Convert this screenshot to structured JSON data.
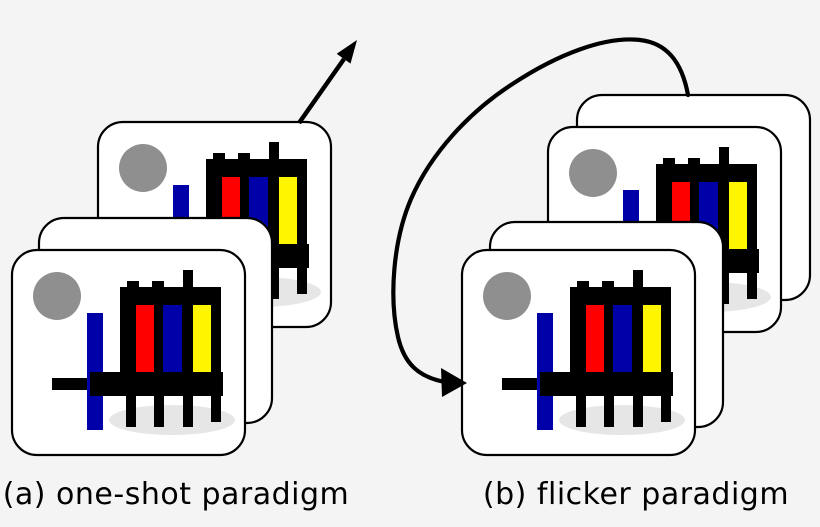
{
  "diagram": {
    "panel_a": {
      "caption": "(a) one-shot paradigm",
      "cards": [
        "back-card-with-painting",
        "middle-blank-card",
        "front-card-with-painting"
      ],
      "arrow": "up-right-arrow"
    },
    "panel_b": {
      "caption": "(b) flicker paradigm",
      "cards": [
        "back-blank-card",
        "second-card-with-painting",
        "third-blank-card",
        "front-card-with-painting"
      ],
      "arrow": "counterclockwise-loop-arrow"
    },
    "painting_elements": [
      "gray-circle",
      "blue-post",
      "thin-left-bar",
      "red-panel",
      "blue-panel",
      "yellow-panel",
      "black-frame",
      "black-main-bar",
      "legs",
      "ground-shadow"
    ]
  },
  "colors": {
    "background": "#f5f4f5",
    "card_fill": "#ffffff",
    "card_border": "#000000",
    "ink": "#000000",
    "red": "#fe0000",
    "blue": "#0000a8",
    "yellow": "#fff500",
    "gray_circle": "#8f8f8f",
    "shadow": "#e6e6e6"
  }
}
